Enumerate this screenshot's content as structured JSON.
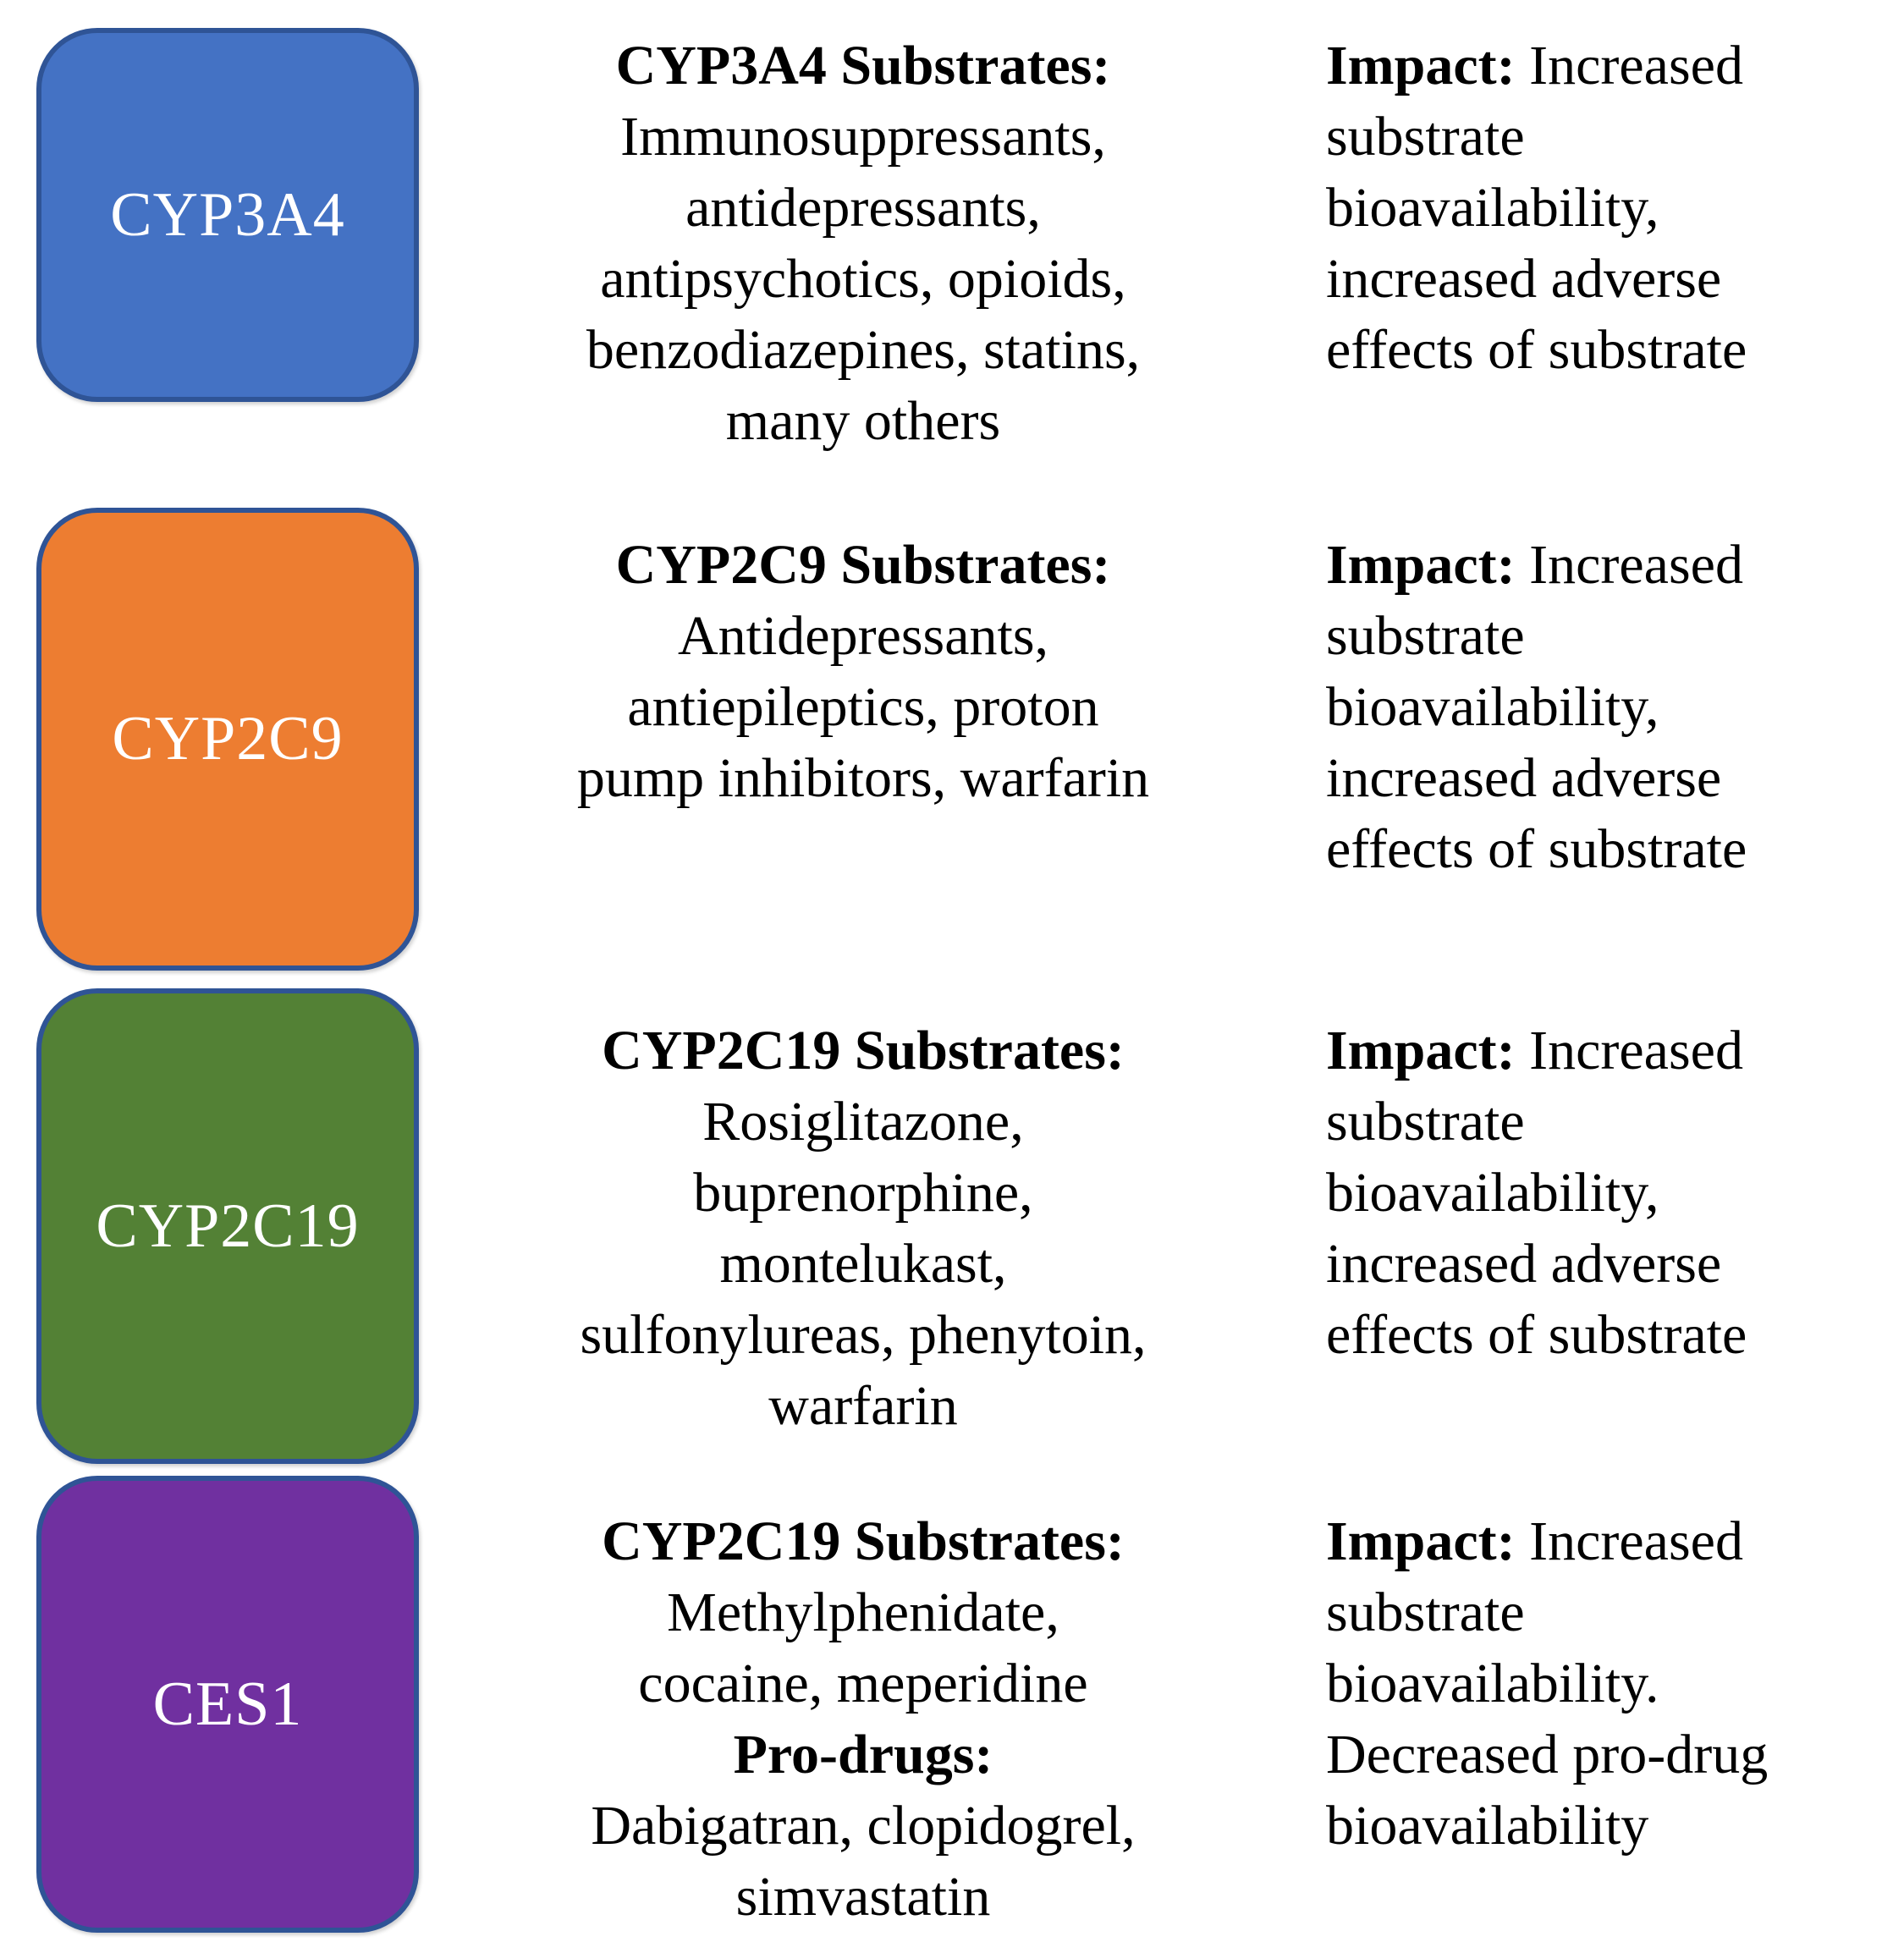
{
  "figure": {
    "description_rows": 4
  },
  "rows": [
    {
      "box": {
        "label": "CYP3A4",
        "fill": "#4472C4",
        "border": "#2F5496"
      },
      "substrates": {
        "heading": "CYP3A4 Substrates:",
        "body": [
          "Immunosuppressants,",
          "antidepressants,",
          "antipsychotics, opioids,",
          "benzodiazepines, statins,",
          "many others"
        ]
      },
      "impact": {
        "label": "Impact:",
        "lines": [
          " Increased",
          "substrate",
          "bioavailability,",
          "increased adverse",
          "effects of substrate"
        ]
      }
    },
    {
      "box": {
        "label": "CYP2C9",
        "fill": "#ED7D31",
        "border": "#2F5496"
      },
      "substrates": {
        "heading": "CYP2C9 Substrates:",
        "body": [
          "Antidepressants,",
          "antiepileptics, proton",
          "pump inhibitors, warfarin"
        ]
      },
      "impact": {
        "label": "Impact:",
        "lines": [
          " Increased",
          "substrate",
          "bioavailability,",
          "increased adverse",
          "effects of substrate"
        ]
      }
    },
    {
      "box": {
        "label": "CYP2C19",
        "fill": "#538135",
        "border": "#2F5496"
      },
      "substrates": {
        "heading": "CYP2C19 Substrates:",
        "body": [
          "Rosiglitazone,",
          "buprenorphine,",
          "montelukast,",
          "sulfonylureas, phenytoin,",
          "warfarin"
        ]
      },
      "impact": {
        "label": "Impact:",
        "lines": [
          " Increased",
          "substrate",
          "bioavailability,",
          "increased adverse",
          "effects of substrate"
        ]
      }
    },
    {
      "box": {
        "label": "CES1",
        "fill": "#7030A0",
        "border": "#2F5496"
      },
      "substrates": {
        "heading": "CYP2C19 Substrates:",
        "body": [
          "Methylphenidate,",
          "cocaine, meperidine"
        ],
        "heading2": "Pro-drugs:",
        "body2": [
          "Dabigatran, clopidogrel,",
          "simvastatin"
        ]
      },
      "impact": {
        "label": "Impact:",
        "lines": [
          " Increased",
          "substrate",
          "bioavailability.",
          "Decreased pro-drug",
          "bioavailability"
        ]
      }
    }
  ]
}
